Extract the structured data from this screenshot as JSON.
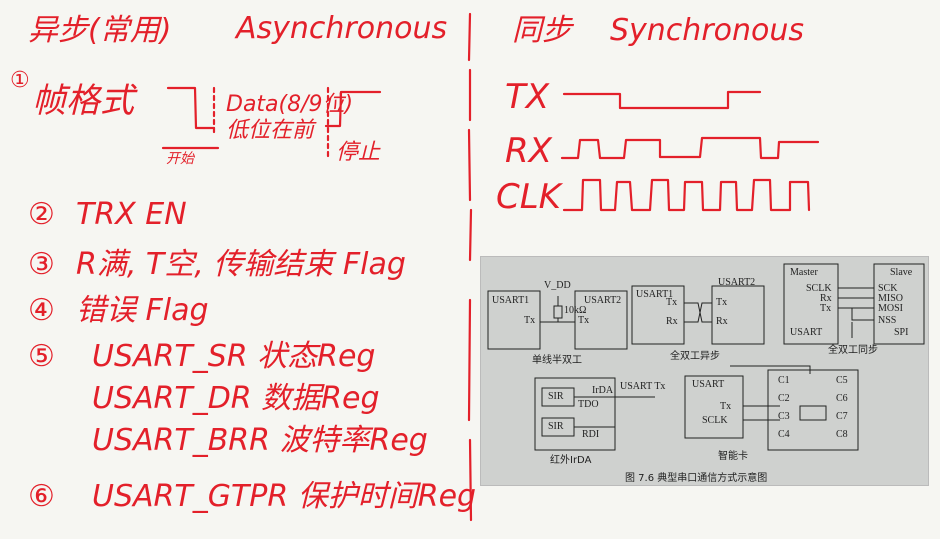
{
  "header": {
    "async_cn": "异步(常用)",
    "async_en": "Asynchronous",
    "sync_cn": "同步",
    "sync_en": "Synchronous"
  },
  "frame": {
    "marker": "①",
    "title": "帧格式",
    "data_label": "Data(8/9位)",
    "data_sub": "低位在前",
    "start_label": "开始",
    "stop_label": "停止"
  },
  "notes": [
    {
      "marker": "②",
      "text": "TRX EN"
    },
    {
      "marker": "③",
      "text": "R满, T空, 传输结束 Flag"
    },
    {
      "marker": "④",
      "text": "错误 Flag"
    },
    {
      "marker": "⑤",
      "text": "USART_SR 状态Reg"
    },
    {
      "marker": "",
      "text": "USART_DR 数据Reg"
    },
    {
      "marker": "",
      "text": "USART_BRR 波特率Reg"
    },
    {
      "marker": "⑥",
      "text": "USART_GTPR 保护时间Reg"
    }
  ],
  "sync_signals": [
    "TX",
    "RX",
    "CLK"
  ],
  "figure": {
    "blocks": {
      "half_duplex": {
        "u1": "USART1",
        "u2": "USART2",
        "vdd": "V_DD",
        "res": "10kΩ",
        "tx1": "Tx",
        "tx2": "Tx",
        "caption": "单线半双工"
      },
      "full_async": {
        "u1": "USART1",
        "u2": "USART2",
        "tx1": "Tx",
        "rx1": "Rx",
        "tx2": "Tx",
        "rx2": "Rx",
        "caption": "全双工异步"
      },
      "spi": {
        "master": "Master",
        "slave": "Slave",
        "sclk": "SCLK",
        "rx": "Rx",
        "tx": "Tx",
        "usart": "USART",
        "sck": "SCK",
        "miso": "MISO",
        "mosi": "MOSI",
        "nss": "NSS",
        "spi": "SPI",
        "caption": "全双工同步"
      },
      "irda": {
        "sir1": "SIR",
        "sir2": "SIR",
        "irda": "IrDA",
        "tdo": "TDO",
        "rdi": "RDI",
        "usart_tx": "USART Tx",
        "caption": "红外IrDA"
      },
      "smartcard": {
        "usart": "USART",
        "tx": "Tx",
        "sclk": "SCLK",
        "c1": "C1",
        "c2": "C2",
        "c3": "C3",
        "c4": "C4",
        "c5": "C5",
        "c6": "C6",
        "c7": "C7",
        "c8": "C8",
        "caption": "智能卡"
      }
    },
    "caption": "图 7.6  典型串口通信方式示意图"
  }
}
